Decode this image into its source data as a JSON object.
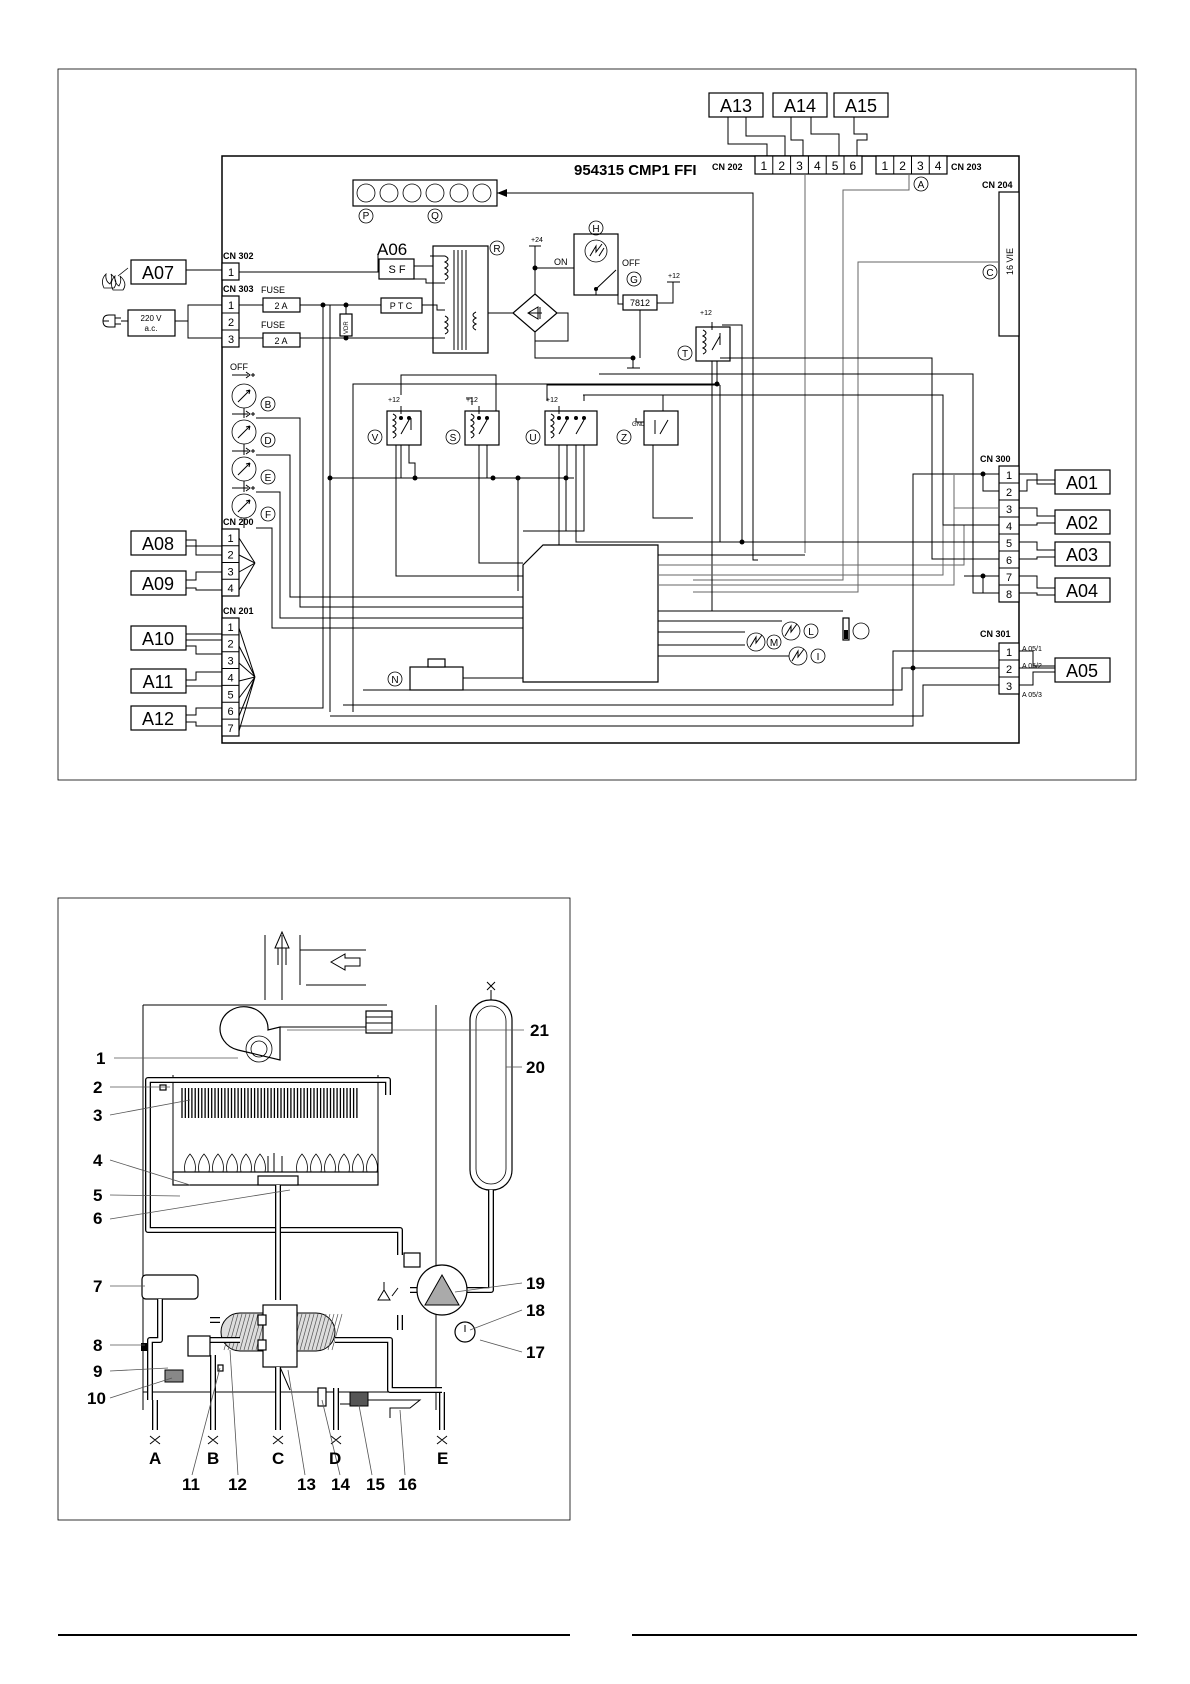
{
  "wiring": {
    "board_title": "954315 CMP1 FFI",
    "connectors": {
      "cn202": "CN 202",
      "cn203": "CN 203",
      "cn204": "CN 204",
      "cn302": "CN 302",
      "cn303": "CN 303",
      "cn200": "CN 200",
      "cn201": "CN 201",
      "cn300": "CN 300",
      "cn301": "CN 301"
    },
    "cn202_pins": [
      "1",
      "2",
      "3",
      "4",
      "5",
      "6"
    ],
    "cn203_pins": [
      "1",
      "2",
      "3",
      "4"
    ],
    "cn302_pins": [
      "1"
    ],
    "cn303_pins": [
      "1",
      "2",
      "3"
    ],
    "cn200_pins": [
      "1",
      "2",
      "3",
      "4"
    ],
    "cn201_pins": [
      "1",
      "2",
      "3",
      "4",
      "5",
      "6",
      "7"
    ],
    "cn300_pins": [
      "1",
      "2",
      "3",
      "4",
      "5",
      "6",
      "7",
      "8"
    ],
    "cn301_pins": [
      "1",
      "2",
      "3"
    ],
    "cn301_labels": [
      "A 05/1",
      "A 05/2",
      "A 05/3"
    ],
    "cn204_label": "16 VIE",
    "components": {
      "a01": "A01",
      "a02": "A02",
      "a03": "A03",
      "a04": "A04",
      "a05": "A05",
      "a06": "A06",
      "a07": "A07",
      "a08": "A08",
      "a09": "A09",
      "a10": "A10",
      "a11": "A11",
      "a12": "A12",
      "a13": "A13",
      "a14": "A14",
      "a15": "A15"
    },
    "labels": {
      "fuse1": "FUSE",
      "fuse2": "FUSE",
      "fuse1_val": "2 A",
      "fuse2_val": "2 A",
      "ptc": "P T C",
      "vdr": "VDR",
      "sf": "S F",
      "mains1": "220 V",
      "mains2": "a.c.",
      "on": "ON",
      "off": "OFF",
      "off_pot": "OFF",
      "v24": "+24",
      "v12a": "+12",
      "v12b": "+12",
      "v12c": "+12",
      "v12d": "+12",
      "v12e": "+12",
      "reg": "7812",
      "gnd": "GND"
    },
    "markers": {
      "A": "A",
      "B": "B",
      "C": "C",
      "D": "D",
      "E": "E",
      "F": "F",
      "G": "G",
      "H": "H",
      "I": "I",
      "L": "L",
      "M": "M",
      "N": "N",
      "P": "P",
      "Q": "Q",
      "R": "R",
      "S": "S",
      "T": "T",
      "U": "U",
      "V": "V",
      "Z": "Z"
    }
  },
  "boiler": {
    "right_numbers": [
      "21",
      "20",
      "19",
      "18",
      "17"
    ],
    "left_numbers": [
      "1",
      "2",
      "3",
      "4",
      "5",
      "6",
      "7",
      "8",
      "9",
      "10"
    ],
    "bottom_numbers": [
      "11",
      "12",
      "13",
      "14",
      "15",
      "16"
    ],
    "bottom_letters": [
      "A",
      "B",
      "C",
      "D",
      "E"
    ]
  }
}
